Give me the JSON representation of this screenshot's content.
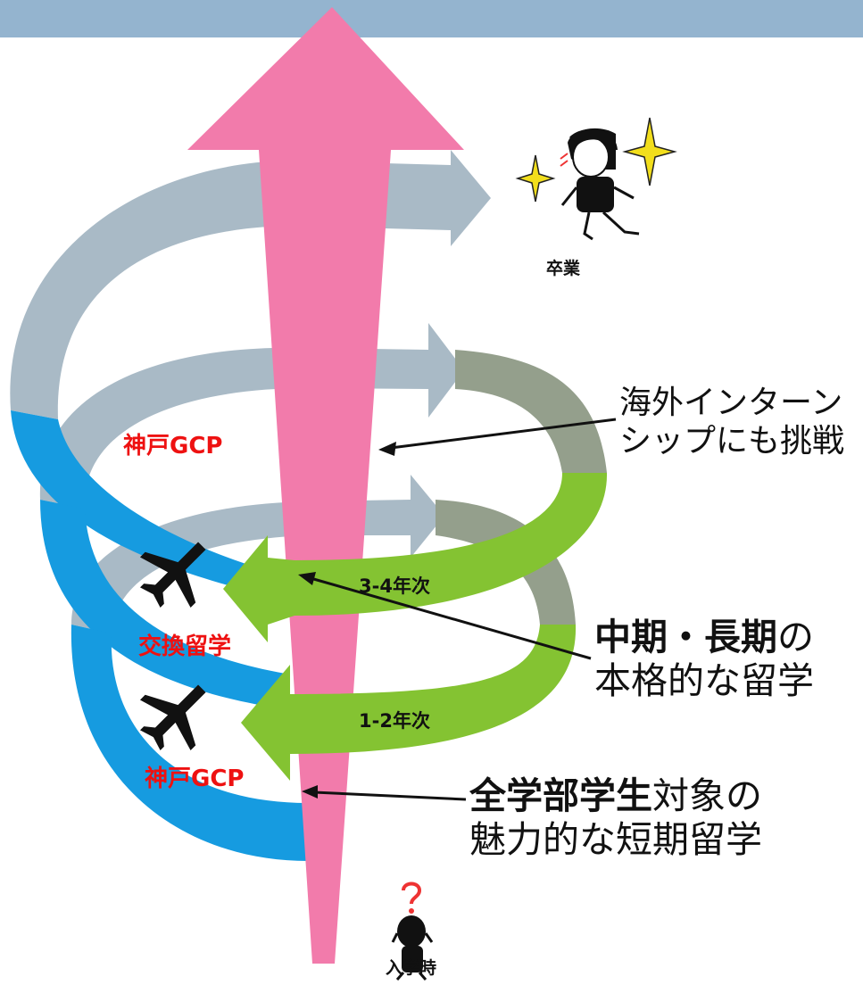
{
  "colors": {
    "header_bar": "#94b4cf",
    "main_arrow": "#f27bab",
    "ring_back": "#a9bac6",
    "ring_mid": "#949f8c",
    "ring_blue": "#169be0",
    "ring_green": "#84c332",
    "label_red": "#ee1111",
    "text": "#111111",
    "sparkle": "#f2de1c"
  },
  "labels": {
    "graduation": "卒業",
    "enrollment": "入学時",
    "kobe_gcp_upper": "神戸GCP",
    "exchange": "交換留学",
    "kobe_gcp_lower": "神戸GCP",
    "year_34": "3-4年次",
    "year_12": "1-2年次"
  },
  "notes": {
    "internship": {
      "line1": "海外インターン",
      "line2": "シップにも挑戦"
    },
    "midlong": {
      "bold": "中期・長期",
      "tail": "の",
      "line2": "本格的な留学"
    },
    "short": {
      "bold": "全学部学生",
      "tail": "対象の",
      "line2": "魅力的な短期留学"
    }
  },
  "icons": [
    "airplane-icon",
    "sparkle-icon",
    "question-mark-icon"
  ]
}
